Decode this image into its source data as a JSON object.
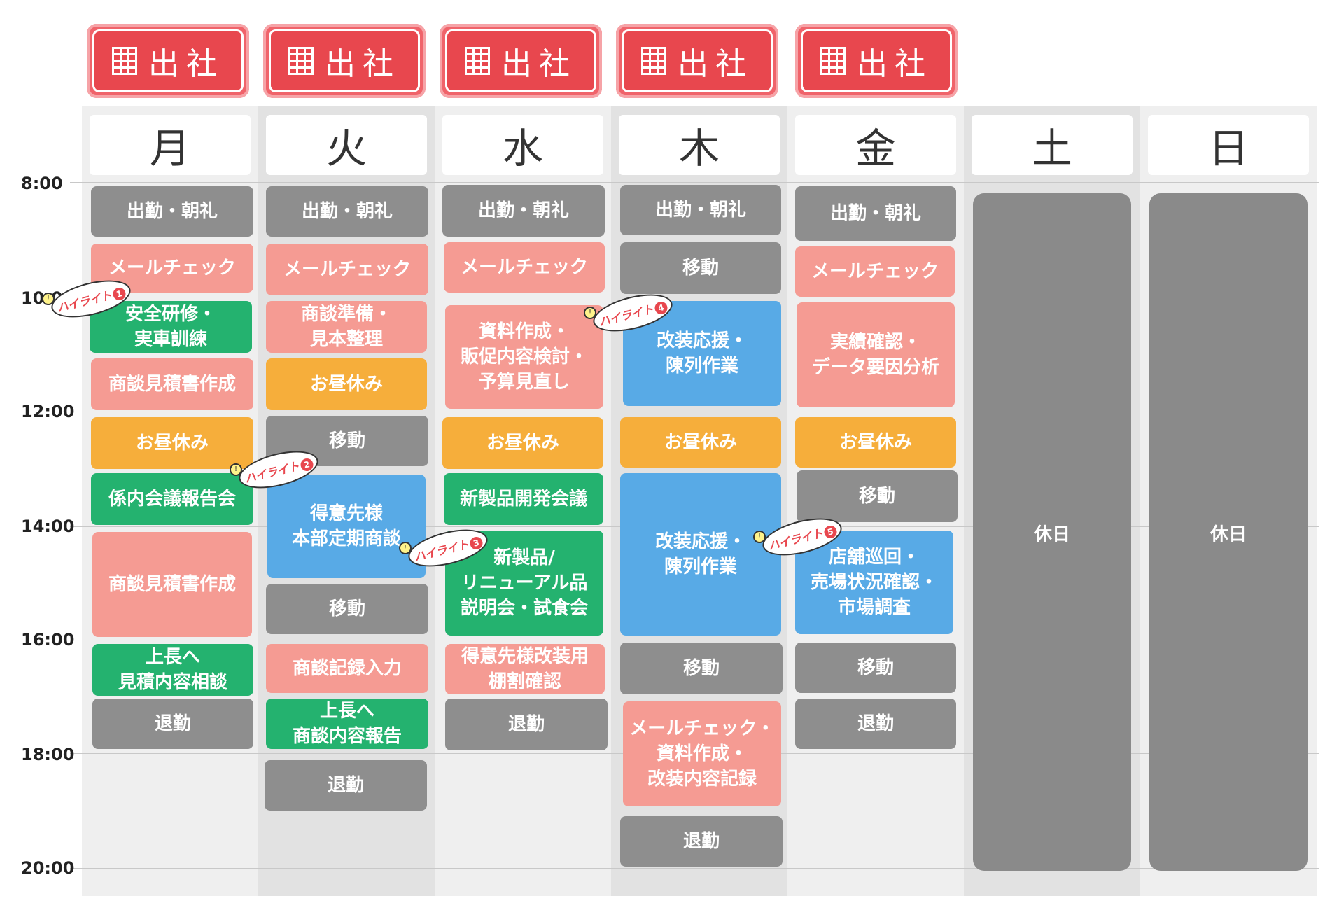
{
  "office_label": "出社",
  "time_labels": [
    "8:00",
    "10:00",
    "12:00",
    "14:00",
    "16:00",
    "18:00",
    "20:00"
  ],
  "days": [
    {
      "name": "月",
      "office": true
    },
    {
      "name": "火",
      "office": true
    },
    {
      "name": "水",
      "office": true
    },
    {
      "name": "木",
      "office": true
    },
    {
      "name": "金",
      "office": true
    },
    {
      "name": "土",
      "office": false
    },
    {
      "name": "日",
      "office": false
    }
  ],
  "colors": {
    "gray": "#8e8e8e",
    "pink": "#f59b93",
    "green": "#24b26f",
    "orange": "#f6ae3b",
    "blue": "#58aae6",
    "office": "#e8474e"
  },
  "schedule": {
    "mon": [
      {
        "text": "出勤・朝礼",
        "color": "gray"
      },
      {
        "text": "メールチェック",
        "color": "pink"
      },
      {
        "text": "安全研修・\n実車訓練",
        "color": "green"
      },
      {
        "text": "商談見積書作成",
        "color": "pink"
      },
      {
        "text": "お昼休み",
        "color": "orange"
      },
      {
        "text": "係内会議報告会",
        "color": "green"
      },
      {
        "text": "商談見積書作成",
        "color": "pink"
      },
      {
        "text": "上長へ\n見積内容相談",
        "color": "green"
      },
      {
        "text": "退勤",
        "color": "gray"
      }
    ],
    "tue": [
      {
        "text": "出勤・朝礼",
        "color": "gray"
      },
      {
        "text": "メールチェック",
        "color": "pink"
      },
      {
        "text": "商談準備・\n見本整理",
        "color": "pink"
      },
      {
        "text": "お昼休み",
        "color": "orange"
      },
      {
        "text": "移動",
        "color": "gray"
      },
      {
        "text": "得意先様\n本部定期商談",
        "color": "blue"
      },
      {
        "text": "移動",
        "color": "gray"
      },
      {
        "text": "商談記録入力",
        "color": "pink"
      },
      {
        "text": "上長へ\n商談内容報告",
        "color": "green"
      },
      {
        "text": "退勤",
        "color": "gray"
      }
    ],
    "wed": [
      {
        "text": "出勤・朝礼",
        "color": "gray"
      },
      {
        "text": "メールチェック",
        "color": "pink"
      },
      {
        "text": "資料作成・\n販促内容検討・\n予算見直し",
        "color": "pink"
      },
      {
        "text": "お昼休み",
        "color": "orange"
      },
      {
        "text": "新製品開発会議",
        "color": "green"
      },
      {
        "text": "新製品/\nリニューアル品\n説明会・試食会",
        "color": "green"
      },
      {
        "text": "得意先様改装用\n棚割確認",
        "color": "pink"
      },
      {
        "text": "退勤",
        "color": "gray"
      }
    ],
    "thu": [
      {
        "text": "出勤・朝礼",
        "color": "gray"
      },
      {
        "text": "移動",
        "color": "gray"
      },
      {
        "text": "改装応援・\n陳列作業",
        "color": "blue"
      },
      {
        "text": "お昼休み",
        "color": "orange"
      },
      {
        "text": "改装応援・\n陳列作業",
        "color": "blue"
      },
      {
        "text": "移動",
        "color": "gray"
      },
      {
        "text": "メールチェック・\n資料作成・\n改装内容記録",
        "color": "pink"
      },
      {
        "text": "退勤",
        "color": "gray"
      }
    ],
    "fri": [
      {
        "text": "出勤・朝礼",
        "color": "gray"
      },
      {
        "text": "メールチェック",
        "color": "pink"
      },
      {
        "text": "実績確認・\nデータ要因分析",
        "color": "pink"
      },
      {
        "text": "お昼休み",
        "color": "orange"
      },
      {
        "text": "移動",
        "color": "gray"
      },
      {
        "text": "店舗巡回・\n売場状況確認・\n市場調査",
        "color": "blue"
      },
      {
        "text": "移動",
        "color": "gray"
      },
      {
        "text": "退勤",
        "color": "gray"
      }
    ],
    "sat": [
      {
        "text": "休日",
        "color": "gray"
      }
    ],
    "sun": [
      {
        "text": "休日",
        "color": "gray"
      }
    ]
  },
  "highlights": [
    {
      "text": "ハイライト",
      "num": "1"
    },
    {
      "text": "ハイライト",
      "num": "2"
    },
    {
      "text": "ハイライト",
      "num": "3"
    },
    {
      "text": "ハイライト",
      "num": "4"
    },
    {
      "text": "ハイライト",
      "num": "5"
    }
  ]
}
